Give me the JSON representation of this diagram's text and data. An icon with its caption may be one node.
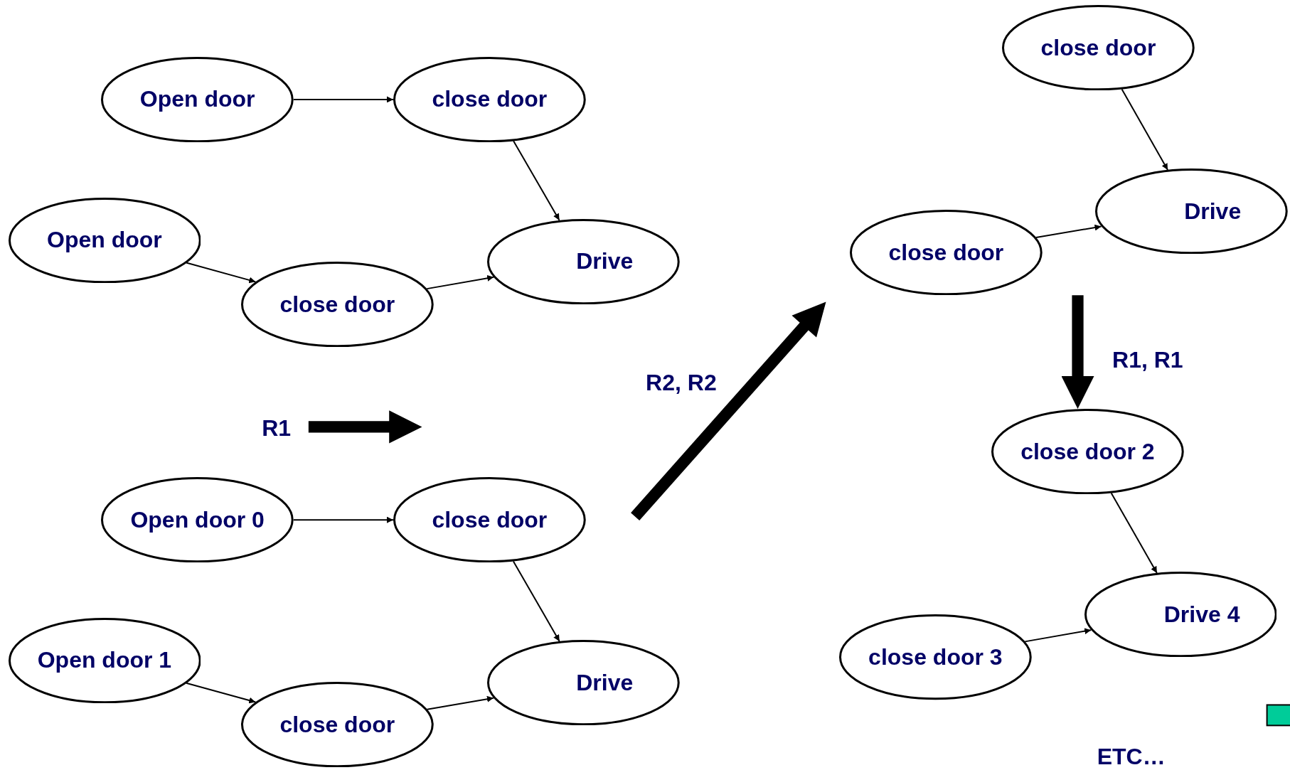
{
  "diagram": {
    "nodes": [
      {
        "text": [
          "Open door"
        ]
      },
      {
        "text": [
          "close door"
        ]
      },
      {
        "text": [
          "Open door"
        ]
      },
      {
        "text": [
          "close door"
        ]
      },
      {
        "text": [
          "Drive"
        ]
      },
      {
        "text": [
          "Open door 0"
        ]
      },
      {
        "text": [
          "close door"
        ]
      },
      {
        "text": [
          "Open door 1"
        ]
      },
      {
        "text": [
          "close door"
        ]
      },
      {
        "text": [
          "Drive"
        ]
      },
      {
        "text": [
          "close door"
        ]
      },
      {
        "text": [
          "close door"
        ]
      },
      {
        "text": [
          "Drive"
        ]
      },
      {
        "text": [
          "close door 2"
        ]
      },
      {
        "text": [
          "close door 3"
        ]
      },
      {
        "text": [
          "Drive 4"
        ]
      }
    ],
    "edges": [
      {
        "from": 0,
        "to": 1,
        "arrow": "to"
      },
      {
        "from": 1,
        "to": 4,
        "arrow": "to"
      },
      {
        "from": 2,
        "to": 3,
        "arrow": "to"
      },
      {
        "from": 3,
        "to": 4,
        "arrow": "to"
      },
      {
        "from": 5,
        "to": 6,
        "arrow": "to"
      },
      {
        "from": 6,
        "to": 9,
        "arrow": "to"
      },
      {
        "from": 7,
        "to": 8,
        "arrow": "to"
      },
      {
        "from": 8,
        "to": 9,
        "arrow": "to"
      },
      {
        "from": 10,
        "to": 12,
        "arrow": "to"
      },
      {
        "from": 11,
        "to": 12,
        "arrow": "to"
      },
      {
        "from": 11,
        "to": 13,
        "arrow": "to",
        "style": "thick"
      },
      {
        "from": 13,
        "to": 15,
        "arrow": "to"
      },
      {
        "from": 14,
        "to": 15,
        "arrow": "to"
      }
    ],
    "labels": [
      "R1",
      "R2, R2",
      "R1, R1",
      "ETC…"
    ]
  }
}
